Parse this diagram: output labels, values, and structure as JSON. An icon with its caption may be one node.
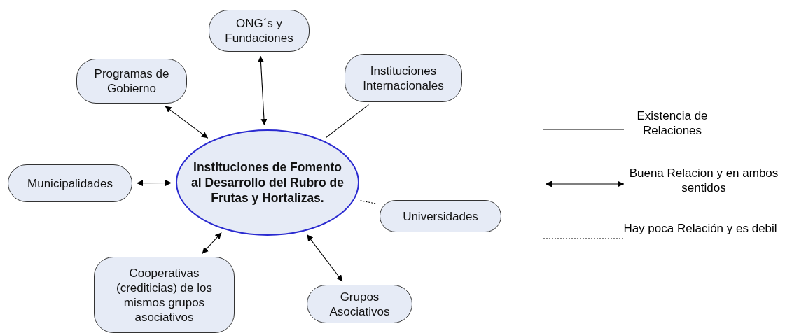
{
  "diagram": {
    "nodes": [
      {
        "text": [
          "Instituciones de Fomento al Desarrollo del Rubro de Frutas y Hortalizas."
        ]
      },
      {
        "text": [
          "ONG´s y Fundaciones"
        ]
      },
      {
        "text": [
          "Programas de Gobierno"
        ]
      },
      {
        "text": [
          "Instituciones Internacionales"
        ]
      },
      {
        "text": [
          "Municipalidades"
        ]
      },
      {
        "text": [
          "Universidades"
        ]
      },
      {
        "text": [
          "Cooperativas (crediticias) de los mismos grupos asociativos"
        ]
      },
      {
        "text": [
          "Grupos Asociativos"
        ]
      }
    ],
    "edges": [
      {
        "from": 1,
        "to": 0,
        "arrow": "both"
      },
      {
        "from": 2,
        "to": 0,
        "arrow": "both"
      },
      {
        "from": 3,
        "to": 0,
        "arrow": "none"
      },
      {
        "from": 4,
        "to": 0,
        "arrow": "both"
      },
      {
        "from": 5,
        "to": 0,
        "arrow": "none",
        "style": "dashed"
      },
      {
        "from": 6,
        "to": 0,
        "arrow": "both"
      },
      {
        "from": 7,
        "to": 0,
        "arrow": "both"
      }
    ],
    "legend": [
      {
        "text": "Existencia de Relaciones"
      },
      {
        "text": "Buena Relacion y en ambos sentidos"
      },
      {
        "text": "Hay poca Relación y es debil"
      }
    ]
  }
}
